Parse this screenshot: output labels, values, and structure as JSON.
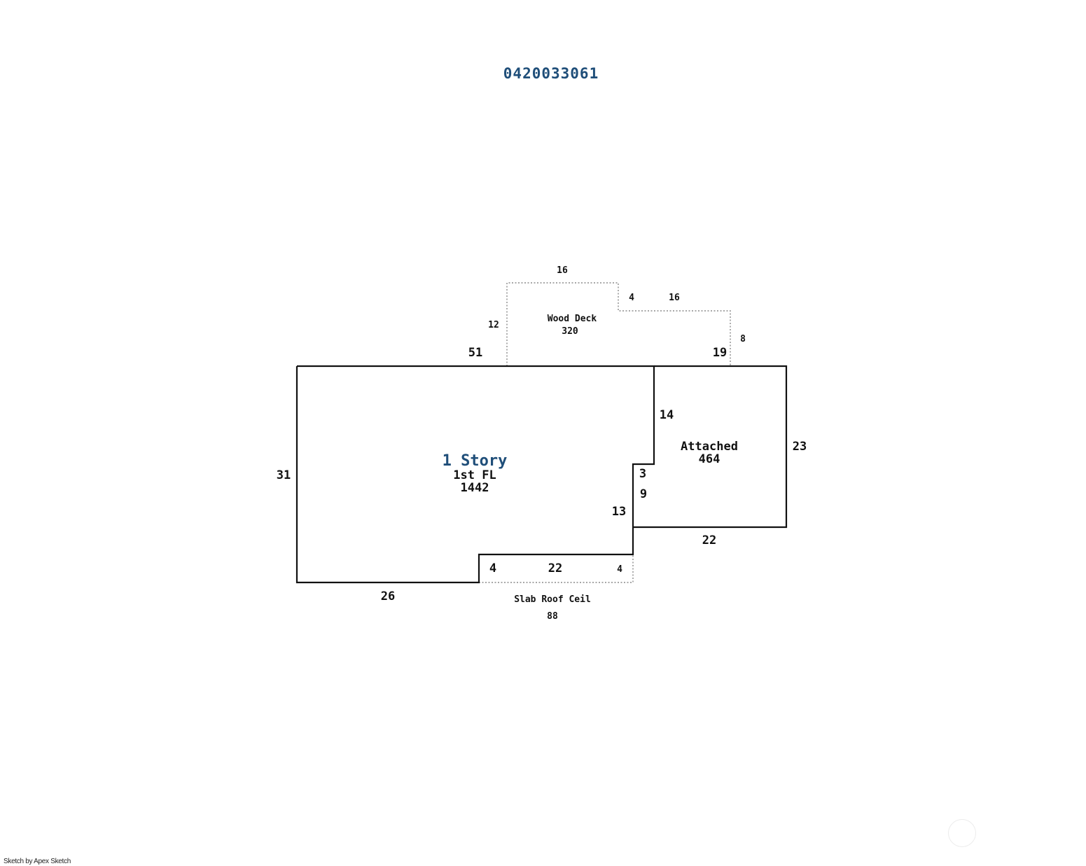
{
  "title": "0420033061",
  "colors": {
    "title": "#1f4e79",
    "story_label": "#1f4e79",
    "outline": "#111111",
    "dotted_outline": "#8a8a8a"
  },
  "areas": {
    "main": {
      "name": "1 Story",
      "floor": "1st FL",
      "area": "1442"
    },
    "garage": {
      "name": "Attached",
      "area": "464"
    },
    "deck": {
      "name": "Wood Deck",
      "area": "320"
    },
    "slab": {
      "name": "Slab Roof Ceil",
      "area": "88"
    }
  },
  "dimensions": {
    "deck_top": "16",
    "deck_step": "4",
    "deck_right_top": "16",
    "deck_left": "12",
    "deck_right": "8",
    "main_top": "51",
    "garage_top": "19",
    "garage_left": "14",
    "garage_right": "23",
    "main_left": "31",
    "step_short": "3",
    "step_mid": "9",
    "step_long": "13",
    "garage_bottom": "22",
    "slab_left": "4",
    "slab_top": "22",
    "slab_right": "4",
    "main_bottom": "26"
  },
  "credit": "Sketch by Apex Sketch"
}
